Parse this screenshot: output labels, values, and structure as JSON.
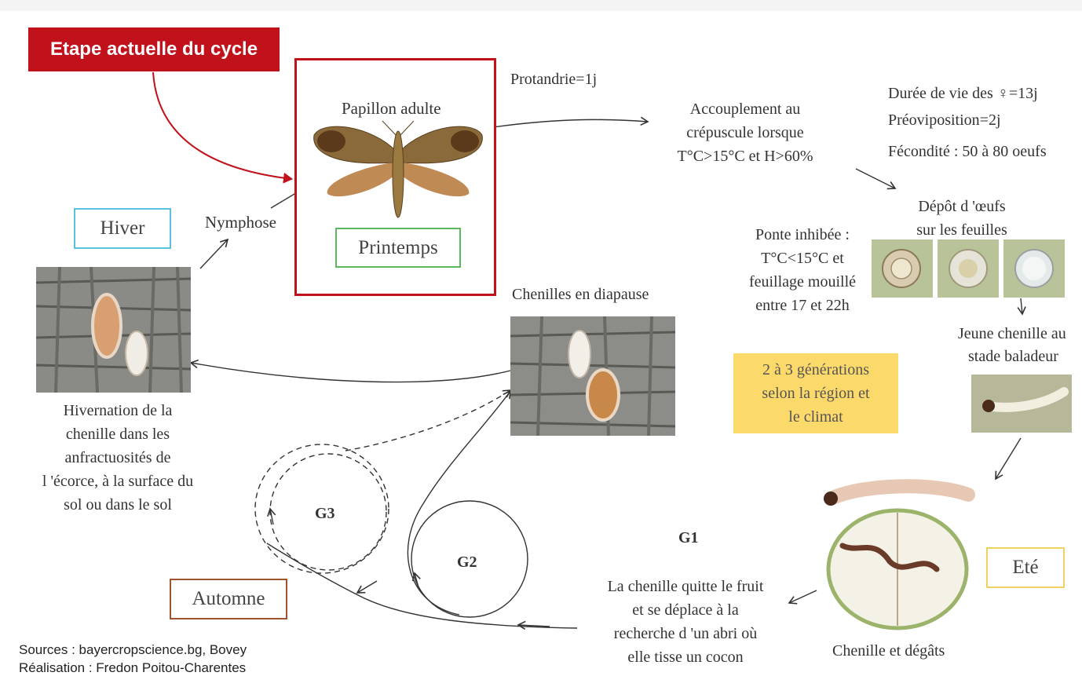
{
  "banner": "Etape actuelle du cycle",
  "adult_stage": {
    "title": "Papillon adulte",
    "season": "Printemps"
  },
  "protandry": "Protandrie=1j",
  "mating": [
    "Accouplement au",
    "crépuscule lorsque",
    "T°C>15°C et H>60%"
  ],
  "female_stats": [
    "Durée de vie des ♀=13j",
    "Préoviposition=2j",
    "Fécondité : 50 à 80 oeufs"
  ],
  "egg_deposit": [
    "Dépôt d 'œufs",
    "sur les feuilles"
  ],
  "laying_inhibited": [
    "Ponte inhibée :",
    "T°C<15°C et",
    "feuillage mouillé",
    "entre 17 et 22h"
  ],
  "young_caterpillar": [
    "Jeune chenille au",
    "stade baladeur"
  ],
  "generations": [
    "2 à 3 générations",
    "selon la région et",
    "le climat"
  ],
  "season_winter": "Hiver",
  "nymphosis": "Nymphose",
  "diapause": "Chenilles en diapause",
  "hibernation": [
    "Hivernation de la",
    "chenille dans les",
    "anfractuosités de",
    "l 'écorce, à la surface du",
    "sol ou dans le sol"
  ],
  "g3": "G3",
  "g2": "G2",
  "g1": "G1",
  "season_autumn": "Automne",
  "leaves_fruit": [
    "La chenille quitte le fruit",
    "et se déplace à la",
    "recherche d 'un abri où",
    "elle tisse un cocon"
  ],
  "season_summer": "Eté",
  "damage": "Chenille et dégâts",
  "sources": [
    "Sources : bayercropscience.bg, Bovey",
    "Réalisation : Fredon Poitou-Charentes"
  ],
  "colors": {
    "red": "#c1121c",
    "winter": "#5bc0de",
    "spring": "#5cb85c",
    "autumn": "#a0522d",
    "summer": "#f0d060",
    "note": "#fcd96b"
  }
}
